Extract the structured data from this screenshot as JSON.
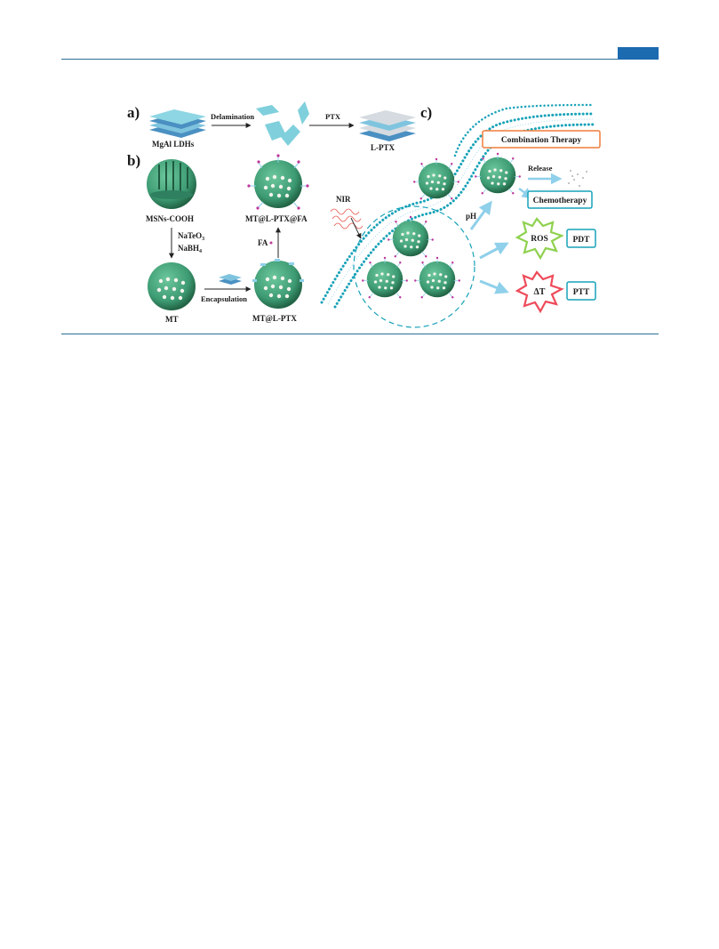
{
  "header": {
    "accent_color": "#1c6ab0",
    "rule_color": "#2a6f97"
  },
  "figure": {
    "panel_a": {
      "label": "a)",
      "mgal_ldhs": "MgAl LDHs",
      "delamination": "Delamination",
      "ptx": "PTX",
      "l_ptx": "L-PTX"
    },
    "panel_b": {
      "label": "b)",
      "msns_cooh": "MSNs-COOH",
      "natec3": "NaTeO",
      "natec3_sub": "3",
      "nabh4": "NaBH",
      "nabh4_sub": "4",
      "mt": "MT",
      "encapsulation": "Encapsulation",
      "mt_l_ptx": "MT@L-PTX",
      "fa": "FA",
      "mt_l_ptx_fa": "MT@L-PTX@FA"
    },
    "panel_c": {
      "label": "c)",
      "nir": "NIR",
      "ph": "pH",
      "release": "Release",
      "combination_therapy": "Combination Therapy",
      "chemotherapy": "Chemotherapy",
      "ros": "ROS",
      "pdt": "PDT",
      "delta_t": "ΔT",
      "ptt": "PTT"
    },
    "colors": {
      "sphere": "#3d9b73",
      "sphere_dark": "#2a7555",
      "sheet": "#7fd0dc",
      "membrane": "#17a2b8",
      "combo_border": "#ef7d3c",
      "chemo_border": "#17a2b8",
      "ros_star": "#8fd14f",
      "dt_star": "#ee4b5a"
    }
  }
}
